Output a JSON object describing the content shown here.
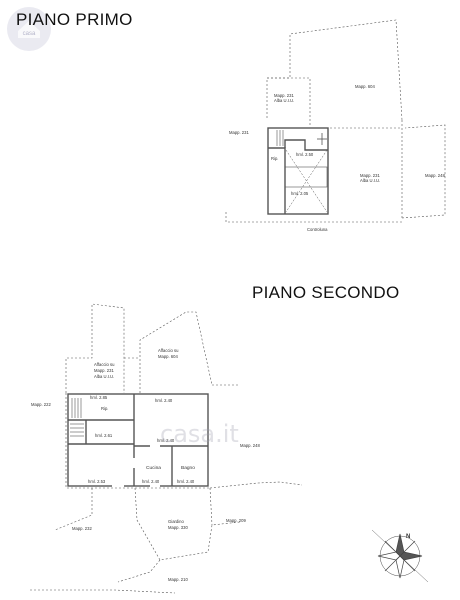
{
  "titles": {
    "floor_first": "PIANO PRIMO",
    "floor_second": "PIANO SECONDO"
  },
  "watermark": {
    "logo_text": "casa",
    "center_text": "casa.it"
  },
  "first_floor": {
    "mapp_231_top": "Mapp. 231",
    "alba_uiu_top": "Alba U.I.U.",
    "mapp_604": "Mapp. 604",
    "mapp_231_left": "Mapp. 231",
    "rip": "Rip.",
    "hml_top": "hml. 2.50",
    "hml_bottom": "hml. 2.05",
    "mapp_231_right": "Mapp. 231",
    "alba_uiu_right": "Alba U.I.U.",
    "mapp_248": "Mapp. 248",
    "controluna": "Controluna"
  },
  "second_floor": {
    "affaccio_left_1": "Affaccio su",
    "affaccio_left_2": "Mapp. 231",
    "affaccio_left_3": "Alba U.I.U.",
    "affaccio_right_1": "Affaccio su",
    "affaccio_right_2": "Mapp. 604",
    "mapp_222": "Mapp. 222",
    "hml_285": "hml. 2.85",
    "rip": "Rip.",
    "hml_240_a": "hml. 2.40",
    "hml_261": "hml. 2.61",
    "hml_240_b": "hml. 2.40",
    "mapp_248": "Mapp. 248",
    "cucina": "Cucina",
    "bagno": "Bagno",
    "hml_253": "hml. 2.53",
    "hml_240_c": "hml. 2.40",
    "hml_240_d": "hml. 2.40",
    "giardino": "Giardino",
    "mapp_330": "Mapp. 330",
    "mapp_232": "Mapp. 232",
    "mapp_209": "Mapp. 209",
    "mapp_210": "Mapp. 210"
  },
  "compass": {
    "north": "N"
  }
}
